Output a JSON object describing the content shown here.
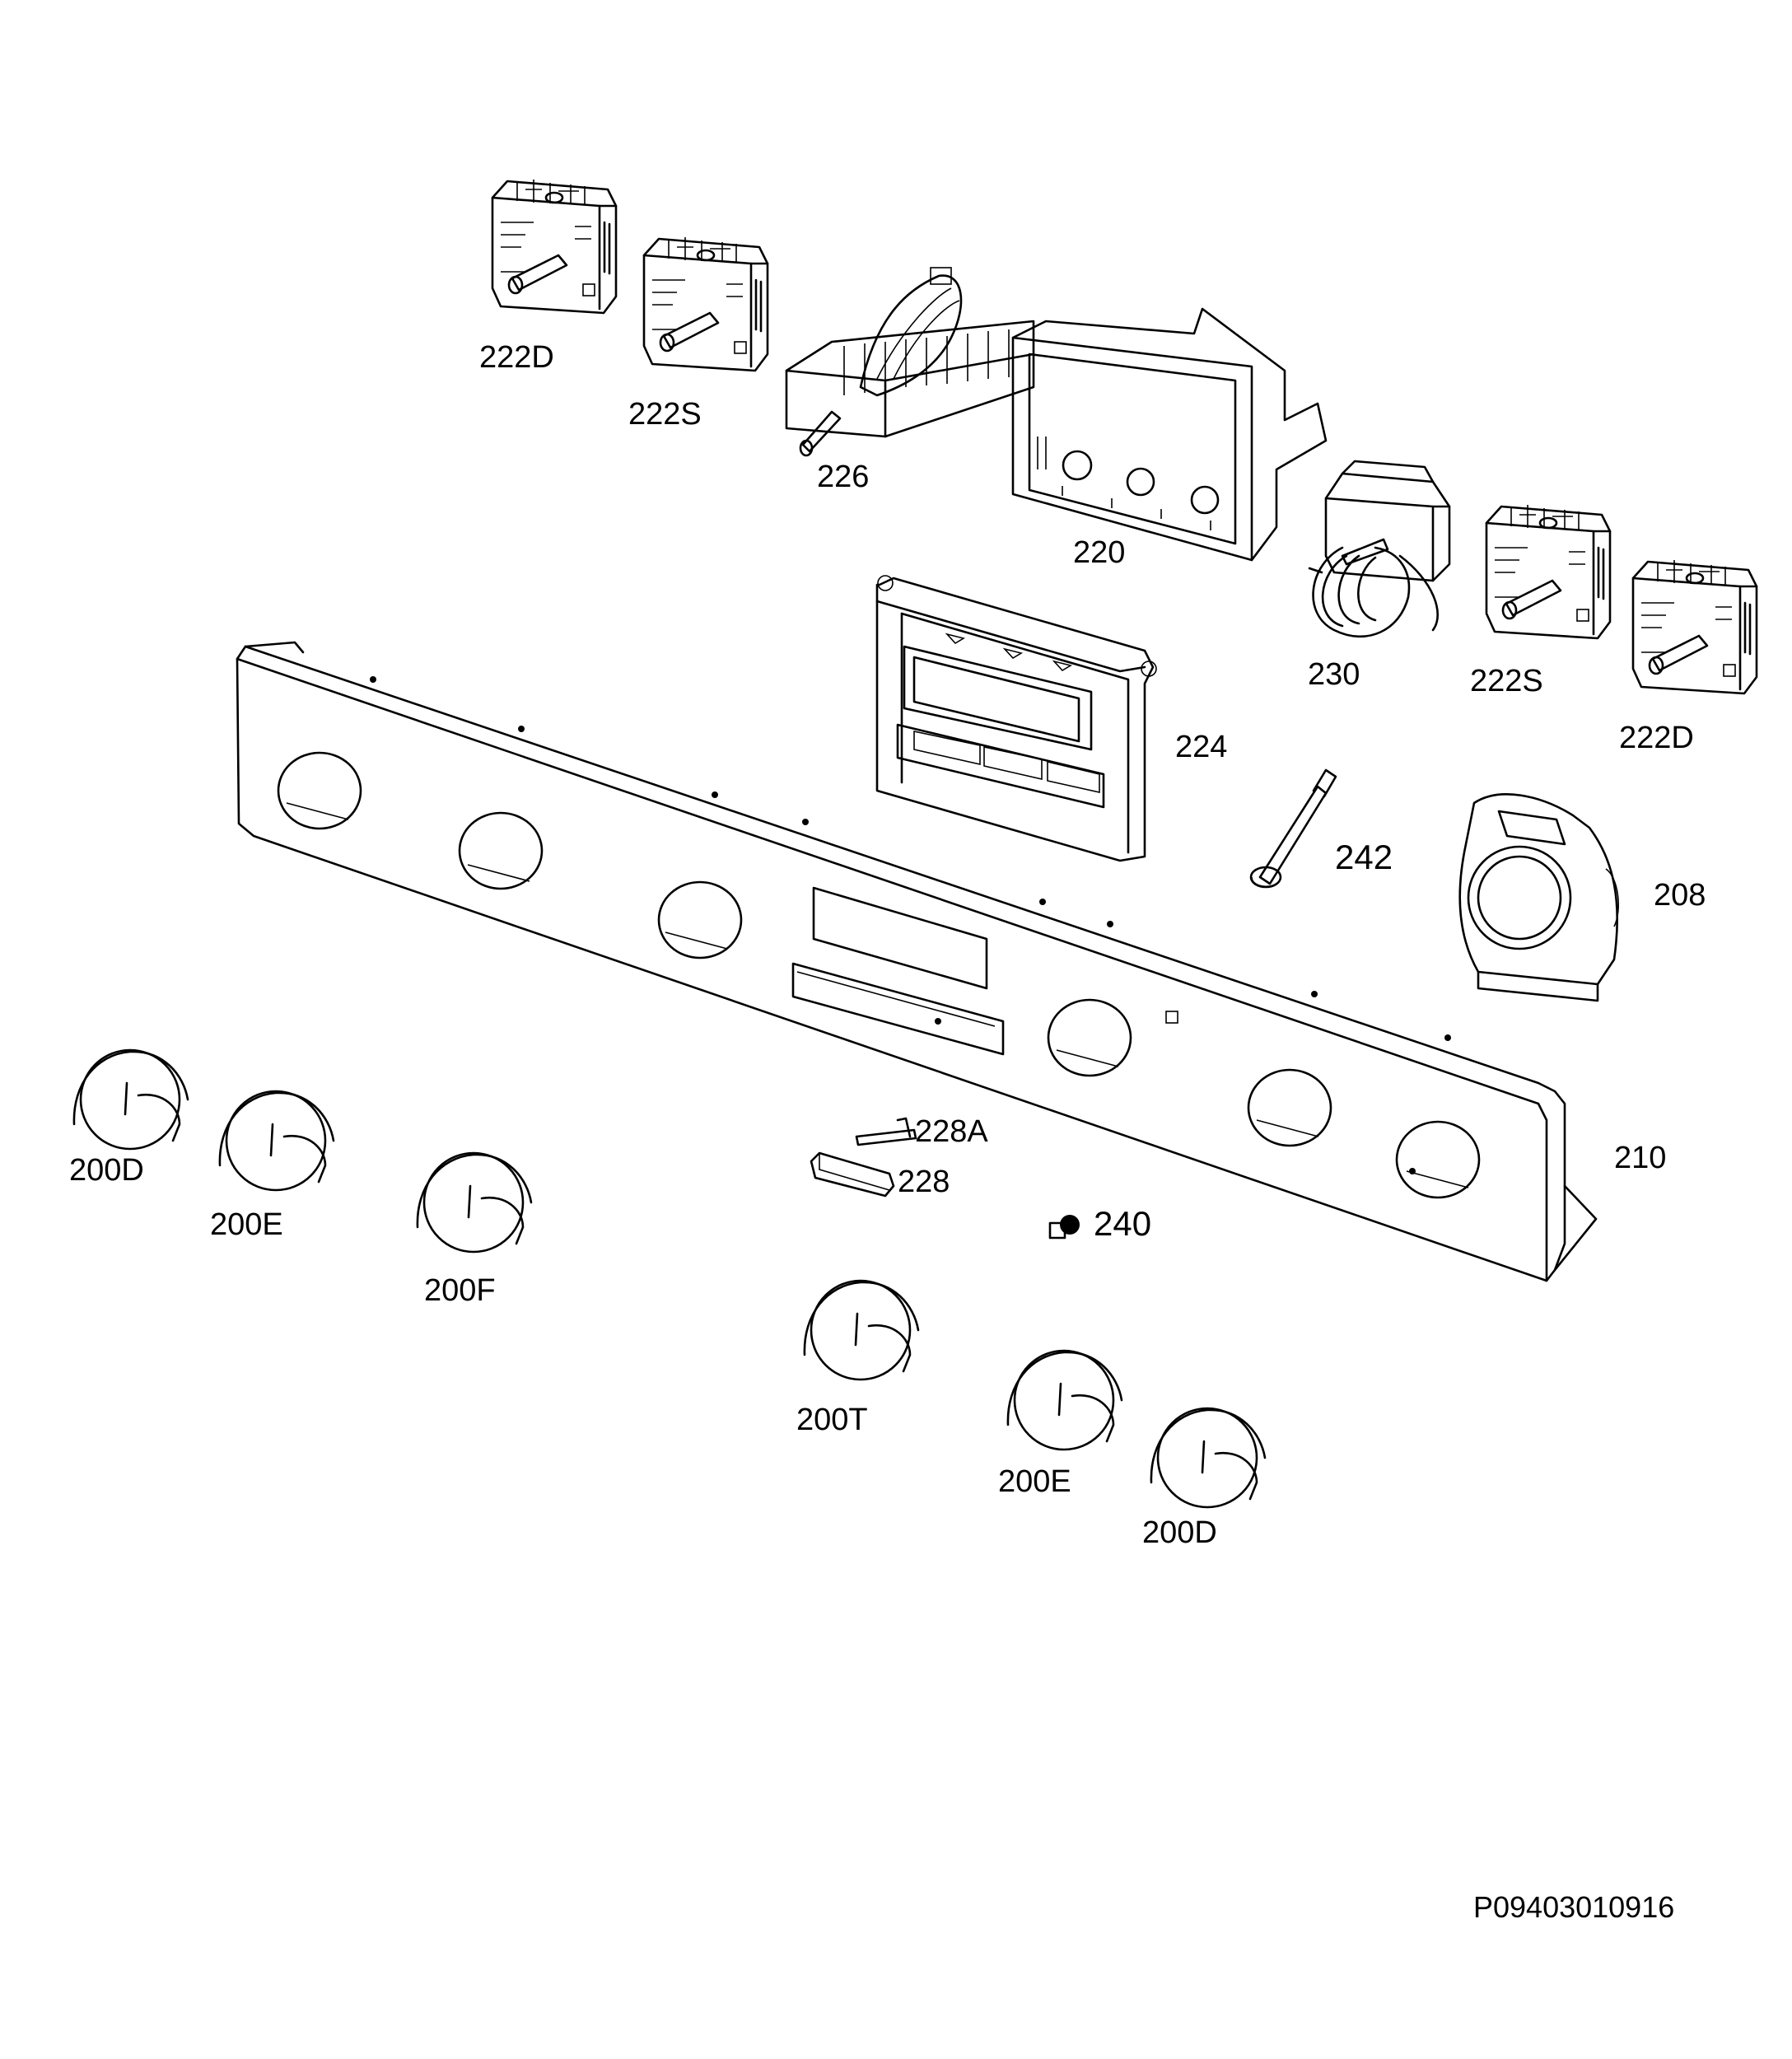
{
  "diagram": {
    "reference_code": "P09403010916",
    "callouts": {
      "p222D_top": "222D",
      "p222S_top": "222S",
      "p226": "226",
      "p220": "220",
      "p230": "230",
      "p222S_right": "222S",
      "p222D_right": "222D",
      "p224": "224",
      "p242": "242",
      "p208": "208",
      "p210": "210",
      "p228A": "228A",
      "p228": "228",
      "p240": "240",
      "p200D_left": "200D",
      "p200E_left": "200E",
      "p200F": "200F",
      "p200T": "200T",
      "p200E_right": "200E",
      "p200D_right": "200D"
    }
  }
}
